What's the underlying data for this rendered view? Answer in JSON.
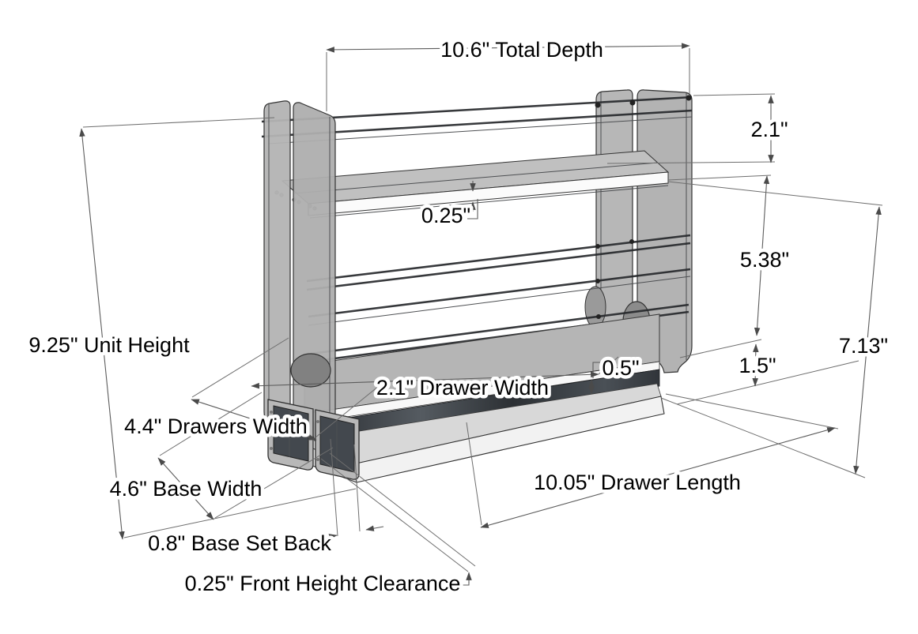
{
  "drawing": {
    "subject": "spice-rack-drawer-unit",
    "dimensions": {
      "total_depth": "10.6\" Total Depth",
      "upper_section_height": "2.1\"",
      "shelf_thickness": "0.25\"",
      "middle_section_height": "5.38\"",
      "side_height": "7.13\"",
      "base_height": "1.5\"",
      "slide_height": "0.5\"",
      "unit_height": "9.25\" Unit Height",
      "drawer_width": "2.1\" Drawer Width",
      "drawers_width": "4.4\" Drawers Width",
      "base_width": "4.6\" Base Width",
      "drawer_length": "10.05\" Drawer Length",
      "base_set_back": "0.8\" Base Set Back",
      "front_height_clearance": "0.25\" Front Height Clearance"
    },
    "colors": {
      "background": "#ffffff",
      "panel_fill": "#b3b3b3",
      "panel_outline": "#333333",
      "shelf_fill": "#c0c0c0",
      "edge_white": "#fafafa",
      "dark_slide": "#33373c",
      "base_fill": "#f2f2f2",
      "dimension_line": "#5c5c5c",
      "label_text": "#000000"
    }
  }
}
